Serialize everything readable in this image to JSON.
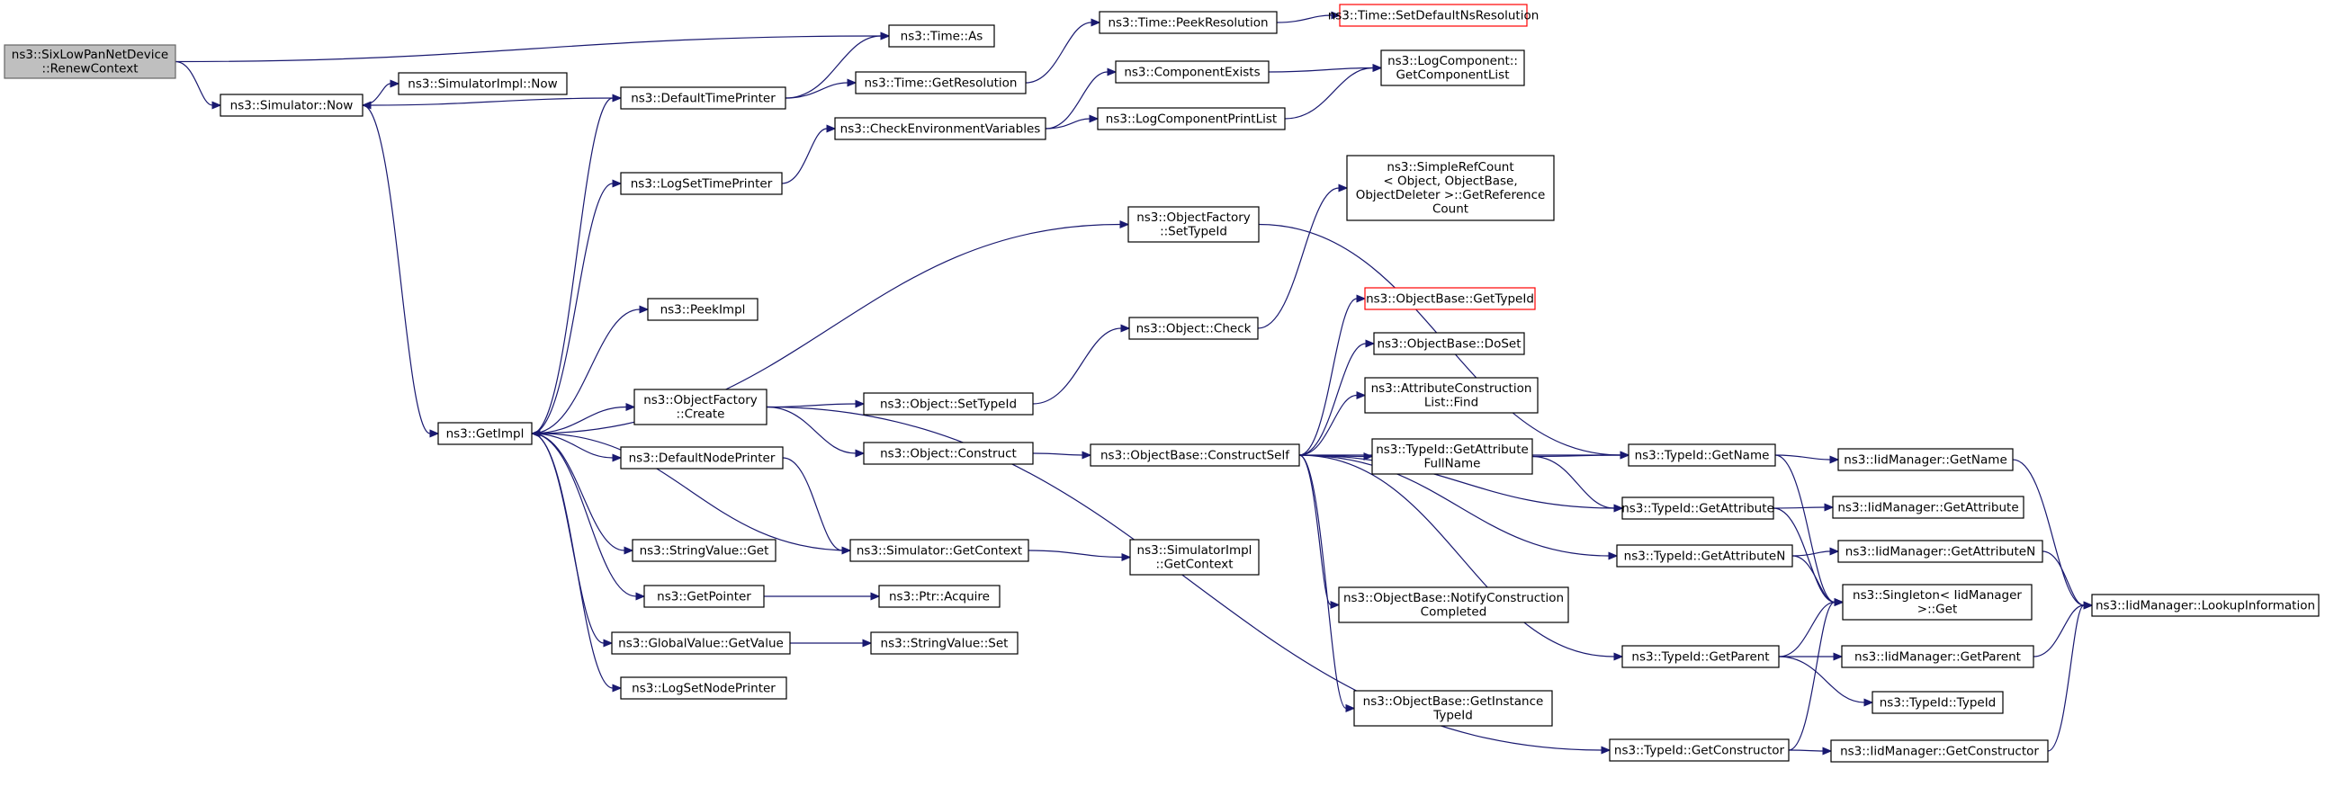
{
  "colors": {
    "edge": "#191970",
    "root_fill": "#bfbfbf",
    "node_fill": "#ffffff",
    "missing_border": "#ff0000"
  },
  "nodes": [
    {
      "id": "renew",
      "lines": [
        "ns3::SixLowPanNetDevice",
        "::RenewContext"
      ],
      "kind": "root"
    },
    {
      "id": "simnow",
      "lines": [
        "ns3::Simulator::Now"
      ]
    },
    {
      "id": "simimplnow",
      "lines": [
        "ns3::SimulatorImpl::Now"
      ]
    },
    {
      "id": "getimpl",
      "lines": [
        "ns3::GetImpl"
      ]
    },
    {
      "id": "deftimeprinter",
      "lines": [
        "ns3::DefaultTimePrinter"
      ]
    },
    {
      "id": "timeas",
      "lines": [
        "ns3::Time::As"
      ]
    },
    {
      "id": "getres",
      "lines": [
        "ns3::Time::GetResolution"
      ]
    },
    {
      "id": "peekres",
      "lines": [
        "ns3::Time::PeekResolution"
      ]
    },
    {
      "id": "setdefres",
      "lines": [
        "ns3::Time::SetDefaultNsResolution"
      ],
      "kind": "red"
    },
    {
      "id": "logsettime",
      "lines": [
        "ns3::LogSetTimePrinter"
      ]
    },
    {
      "id": "checkenv",
      "lines": [
        "ns3::CheckEnvironmentVariables"
      ]
    },
    {
      "id": "compexists",
      "lines": [
        "ns3::ComponentExists"
      ]
    },
    {
      "id": "logcompprint",
      "lines": [
        "ns3::LogComponentPrintList"
      ]
    },
    {
      "id": "logcomplist",
      "lines": [
        "ns3::LogComponent::",
        "GetComponentList"
      ]
    },
    {
      "id": "ofsettypeid",
      "lines": [
        "ns3::ObjectFactory",
        "::SetTypeId"
      ]
    },
    {
      "id": "peekimpl",
      "lines": [
        "ns3::PeekImpl"
      ]
    },
    {
      "id": "ofcreate",
      "lines": [
        "ns3::ObjectFactory",
        "::Create"
      ]
    },
    {
      "id": "objsettypeid",
      "lines": [
        "ns3::Object::SetTypeId"
      ]
    },
    {
      "id": "objconstruct",
      "lines": [
        "ns3::Object::Construct"
      ]
    },
    {
      "id": "objcheck",
      "lines": [
        "ns3::Object::Check"
      ]
    },
    {
      "id": "simplerefcount",
      "lines": [
        "ns3::SimpleRefCount",
        "< Object, ObjectBase,",
        "ObjectDeleter >::GetReference",
        "Count"
      ]
    },
    {
      "id": "obgettypeid",
      "lines": [
        "ns3::ObjectBase::GetTypeId"
      ],
      "kind": "red"
    },
    {
      "id": "obdoset",
      "lines": [
        "ns3::ObjectBase::DoSet"
      ]
    },
    {
      "id": "aclfind",
      "lines": [
        "ns3::AttributeConstruction",
        "List::Find"
      ]
    },
    {
      "id": "obconstructself",
      "lines": [
        "ns3::ObjectBase::ConstructSelf"
      ]
    },
    {
      "id": "getattrfullname",
      "lines": [
        "ns3::TypeId::GetAttribute",
        "FullName"
      ]
    },
    {
      "id": "tidgetname",
      "lines": [
        "ns3::TypeId::GetName"
      ]
    },
    {
      "id": "iidgetname",
      "lines": [
        "ns3::IidManager::GetName"
      ]
    },
    {
      "id": "defnodeprinter",
      "lines": [
        "ns3::DefaultNodePrinter"
      ]
    },
    {
      "id": "tidgetattr",
      "lines": [
        "ns3::TypeId::GetAttribute"
      ]
    },
    {
      "id": "iidgetattr",
      "lines": [
        "ns3::IidManager::GetAttribute"
      ]
    },
    {
      "id": "strvalget",
      "lines": [
        "ns3::StringValue::Get"
      ]
    },
    {
      "id": "simgetctx",
      "lines": [
        "ns3::Simulator::GetContext"
      ]
    },
    {
      "id": "simimplgetctx",
      "lines": [
        "ns3::SimulatorImpl",
        "::GetContext"
      ]
    },
    {
      "id": "tidgetattrn",
      "lines": [
        "ns3::TypeId::GetAttributeN"
      ]
    },
    {
      "id": "iidgetattrn",
      "lines": [
        "ns3::IidManager::GetAttributeN"
      ]
    },
    {
      "id": "getpointer",
      "lines": [
        "ns3::GetPointer"
      ]
    },
    {
      "id": "ptracquire",
      "lines": [
        "ns3::Ptr::Acquire"
      ]
    },
    {
      "id": "obnotify",
      "lines": [
        "ns3::ObjectBase::NotifyConstruction",
        "Completed"
      ]
    },
    {
      "id": "singletonget",
      "lines": [
        "ns3::Singleton< IidManager",
        ">::Get"
      ]
    },
    {
      "id": "iidlookup",
      "lines": [
        "ns3::IidManager::LookupInformation"
      ]
    },
    {
      "id": "gvgetvalue",
      "lines": [
        "ns3::GlobalValue::GetValue"
      ]
    },
    {
      "id": "strvalset",
      "lines": [
        "ns3::StringValue::Set"
      ]
    },
    {
      "id": "tidgetparent",
      "lines": [
        "ns3::TypeId::GetParent"
      ]
    },
    {
      "id": "iidgetparent",
      "lines": [
        "ns3::IidManager::GetParent"
      ]
    },
    {
      "id": "logsetnode",
      "lines": [
        "ns3::LogSetNodePrinter"
      ]
    },
    {
      "id": "tidtypeid",
      "lines": [
        "ns3::TypeId::TypeId"
      ]
    },
    {
      "id": "obgetinst",
      "lines": [
        "ns3::ObjectBase::GetInstance",
        "TypeId"
      ]
    },
    {
      "id": "tidgetctor",
      "lines": [
        "ns3::TypeId::GetConstructor"
      ]
    },
    {
      "id": "iidgetctor",
      "lines": [
        "ns3::IidManager::GetConstructor"
      ]
    }
  ],
  "edges": [
    [
      "renew",
      "timeas"
    ],
    [
      "renew",
      "simnow"
    ],
    [
      "simnow",
      "simimplnow"
    ],
    [
      "simnow",
      "getimpl"
    ],
    [
      "deftimeprinter",
      "simnow"
    ],
    [
      "deftimeprinter",
      "timeas"
    ],
    [
      "deftimeprinter",
      "getres"
    ],
    [
      "getres",
      "peekres"
    ],
    [
      "peekres",
      "setdefres"
    ],
    [
      "logsettime",
      "checkenv"
    ],
    [
      "checkenv",
      "compexists"
    ],
    [
      "checkenv",
      "logcompprint"
    ],
    [
      "compexists",
      "logcomplist"
    ],
    [
      "logcompprint",
      "logcomplist"
    ],
    [
      "getimpl",
      "deftimeprinter"
    ],
    [
      "getimpl",
      "logsettime"
    ],
    [
      "getimpl",
      "ofsettypeid"
    ],
    [
      "getimpl",
      "peekimpl"
    ],
    [
      "getimpl",
      "ofcreate"
    ],
    [
      "getimpl",
      "defnodeprinter"
    ],
    [
      "getimpl",
      "strvalget"
    ],
    [
      "getimpl",
      "getpointer"
    ],
    [
      "getimpl",
      "gvgetvalue"
    ],
    [
      "getimpl",
      "logsetnode"
    ],
    [
      "ofsettypeid",
      "tidgetname"
    ],
    [
      "ofcreate",
      "objsettypeid"
    ],
    [
      "ofcreate",
      "objconstruct"
    ],
    [
      "ofcreate",
      "tidgetctor"
    ],
    [
      "objsettypeid",
      "objcheck"
    ],
    [
      "objcheck",
      "simplerefcount"
    ],
    [
      "objconstruct",
      "obconstructself"
    ],
    [
      "obconstructself",
      "obgettypeid"
    ],
    [
      "obconstructself",
      "obdoset"
    ],
    [
      "obconstructself",
      "aclfind"
    ],
    [
      "obconstructself",
      "getattrfullname"
    ],
    [
      "obconstructself",
      "tidgetname"
    ],
    [
      "obconstructself",
      "tidgetattr"
    ],
    [
      "obconstructself",
      "tidgetattrn"
    ],
    [
      "obconstructself",
      "obnotify"
    ],
    [
      "obconstructself",
      "tidgetparent"
    ],
    [
      "obconstructself",
      "obgetinst"
    ],
    [
      "getattrfullname",
      "tidgetname"
    ],
    [
      "getattrfullname",
      "tidgetattr"
    ],
    [
      "tidgetname",
      "iidgetname"
    ],
    [
      "tidgetname",
      "singletonget"
    ],
    [
      "tidgetattr",
      "iidgetattr"
    ],
    [
      "tidgetattr",
      "singletonget"
    ],
    [
      "tidgetattrn",
      "iidgetattrn"
    ],
    [
      "tidgetattrn",
      "singletonget"
    ],
    [
      "tidgetparent",
      "iidgetparent"
    ],
    [
      "tidgetparent",
      "singletonget"
    ],
    [
      "tidgetparent",
      "tidtypeid"
    ],
    [
      "tidgetctor",
      "iidgetctor"
    ],
    [
      "tidgetctor",
      "singletonget"
    ],
    [
      "iidgetname",
      "iidlookup"
    ],
    [
      "iidgetattrn",
      "iidlookup"
    ],
    [
      "iidgetparent",
      "iidlookup"
    ],
    [
      "iidgetctor",
      "iidlookup"
    ],
    [
      "defnodeprinter",
      "simgetctx"
    ],
    [
      "simgetctx",
      "getimpl"
    ],
    [
      "simgetctx",
      "simimplgetctx"
    ],
    [
      "getpointer",
      "ptracquire"
    ],
    [
      "gvgetvalue",
      "strvalset"
    ]
  ]
}
